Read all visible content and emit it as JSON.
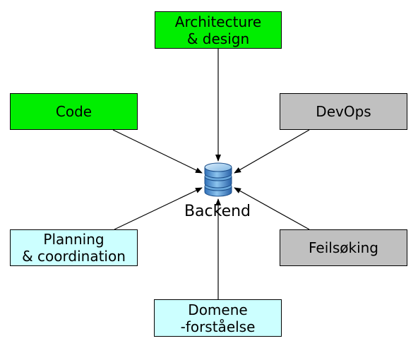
{
  "hub": {
    "label": "Backend",
    "icon": "database-icon"
  },
  "nodes": {
    "architecture": {
      "lines": [
        "Architecture",
        "& design"
      ],
      "color": "#00ee00"
    },
    "code": {
      "lines": [
        "Code"
      ],
      "color": "#00ee00"
    },
    "devops": {
      "lines": [
        "DevOps"
      ],
      "color": "#c0c0c0"
    },
    "planning": {
      "lines": [
        "Planning",
        "& coordination"
      ],
      "color": "#ccffff"
    },
    "feilsoking": {
      "lines": [
        "Feilsøking"
      ],
      "color": "#c0c0c0"
    },
    "domene": {
      "lines": [
        "Domene",
        "-forståelse"
      ],
      "color": "#ccffff"
    }
  },
  "edges": [
    {
      "from": "architecture",
      "to": "hub"
    },
    {
      "from": "code",
      "to": "hub"
    },
    {
      "from": "devops",
      "to": "hub"
    },
    {
      "from": "planning",
      "to": "hub"
    },
    {
      "from": "feilsoking",
      "to": "hub"
    },
    {
      "from": "domene",
      "to": "hub"
    }
  ]
}
